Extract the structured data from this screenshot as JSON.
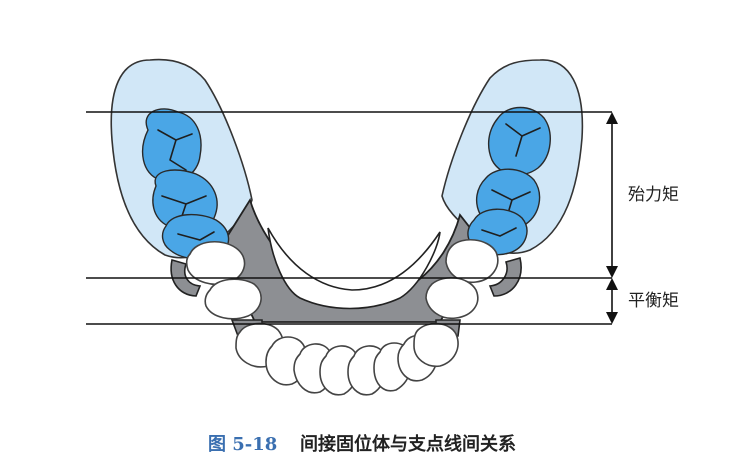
{
  "figure": {
    "number": "图 5-18",
    "title": "间接固位体与支点线间关系"
  },
  "labels": {
    "moment_top": "殆力矩",
    "moment_bottom": "平衡矩"
  },
  "colors": {
    "denture_base": "#cfe6f7",
    "molar": "#4aa6e6",
    "metal_framework": "#8d8f93",
    "caption_accent": "#3a6fb0"
  }
}
